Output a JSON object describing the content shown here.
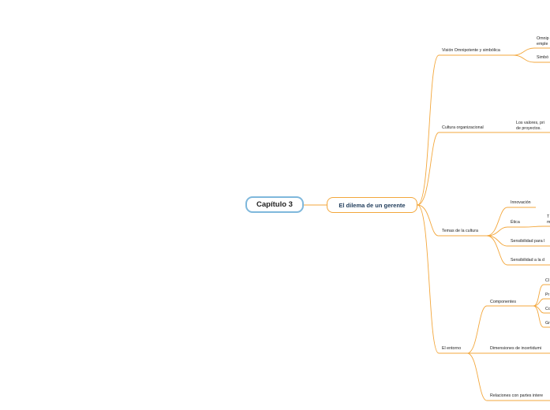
{
  "central": "Capítulo 3",
  "main": "El dilema de un gerente",
  "branches": {
    "vision": "Visión Omnipotente y simbólica",
    "vision_omni": "Omnip",
    "vision_omni_2": "emple",
    "vision_simb": "Simbó",
    "cultura": "Cultura organizacional",
    "cultura_valores_1": "Los valores, pri",
    "cultura_valores_2": "de proyectos.",
    "temas": "Temas de la cultura",
    "innovacion": "Innovación",
    "etica": "Ética",
    "etica_child_1": "T",
    "etica_child_2": "m",
    "sensibilidad_1": "Sensibilidad para l",
    "sensibilidad_2": "Sensibilidad a la d",
    "entorno": "El entorno",
    "componentes": "Componentes",
    "comp_1": "Cl",
    "comp_2": "Pr",
    "comp_3": "Co",
    "comp_4": "Gr",
    "dimensiones": "Dimensiones de incertidumi",
    "relaciones": "Relaciones con partes intere"
  },
  "colors": {
    "link": "#f3a73c",
    "central_border": "#7fb8dc",
    "main_text": "#1e3b5a"
  }
}
